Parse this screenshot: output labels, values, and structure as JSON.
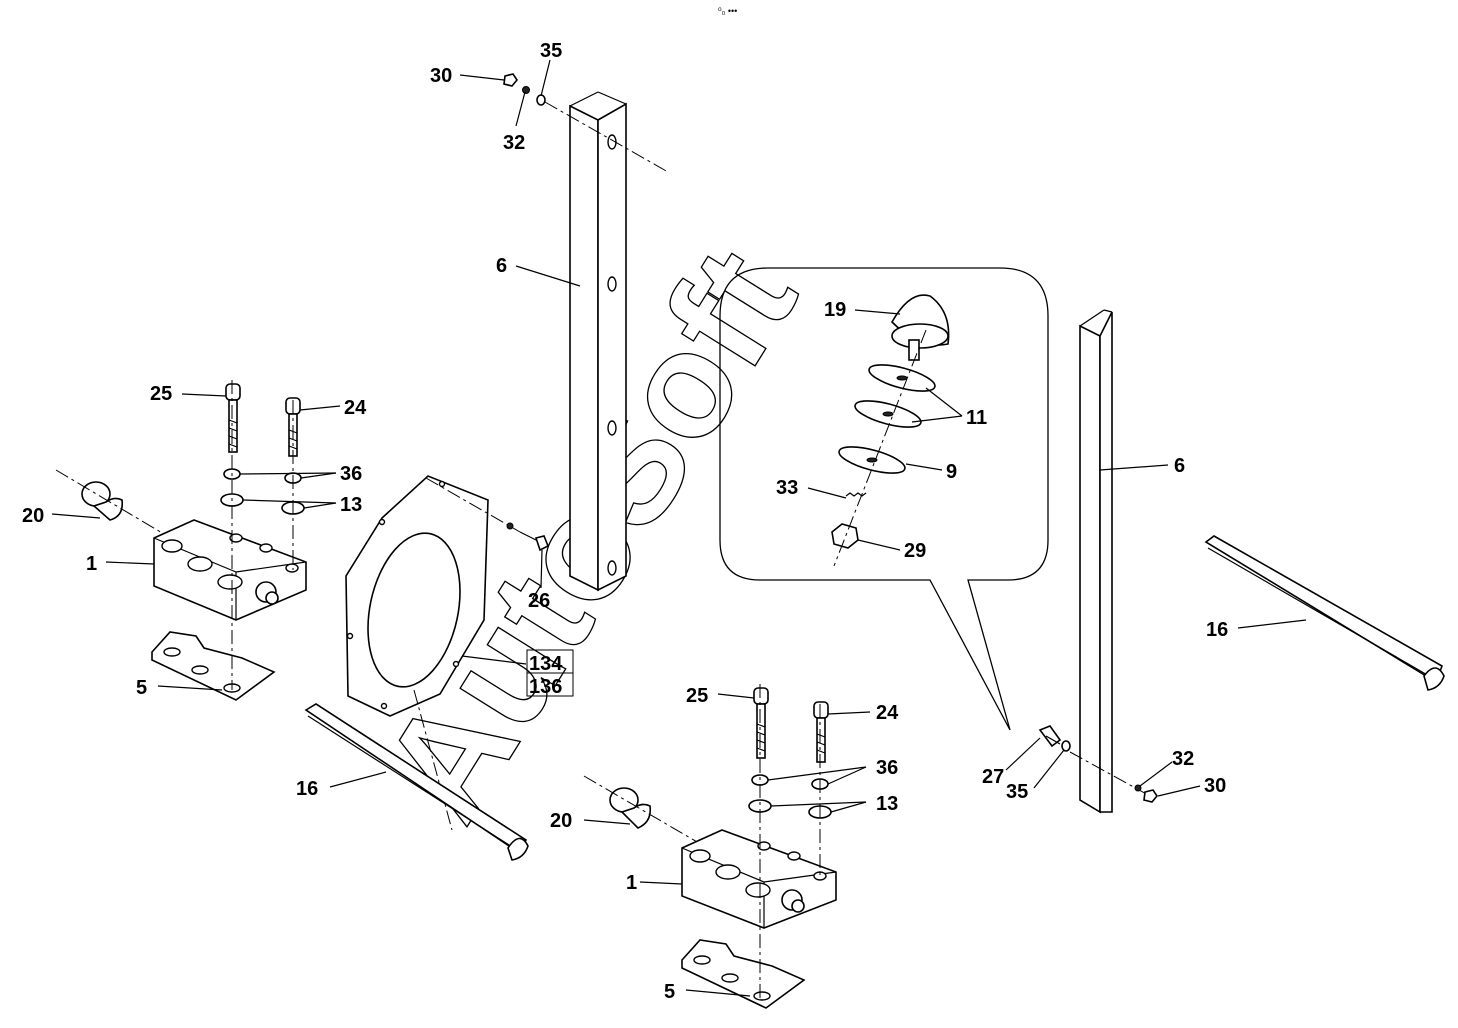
{
  "diagram": {
    "watermark_text": "AutoSoft",
    "top_mark": "⁰₀ •••",
    "callouts": {
      "c30_top": "30",
      "c35_top": "35",
      "c32_top": "32",
      "c6_left": "6",
      "c19": "19",
      "c11": "11",
      "c9": "9",
      "c33": "33",
      "c29": "29",
      "c6_right": "6",
      "c25_left": "25",
      "c24_left": "24",
      "c36_left": "36",
      "c13_left": "13",
      "c20_left": "20",
      "c1_left": "1",
      "c5_left": "5",
      "c26": "26",
      "c134": "134",
      "c136": "136",
      "c16_left": "16",
      "c16_right": "16",
      "c25_right": "25",
      "c24_right": "24",
      "c36_right": "36",
      "c13_right": "13",
      "c20_right": "20",
      "c1_right": "1",
      "c5_right": "5",
      "c27": "27",
      "c35_right": "35",
      "c32_right": "32",
      "c30_right": "30"
    }
  }
}
